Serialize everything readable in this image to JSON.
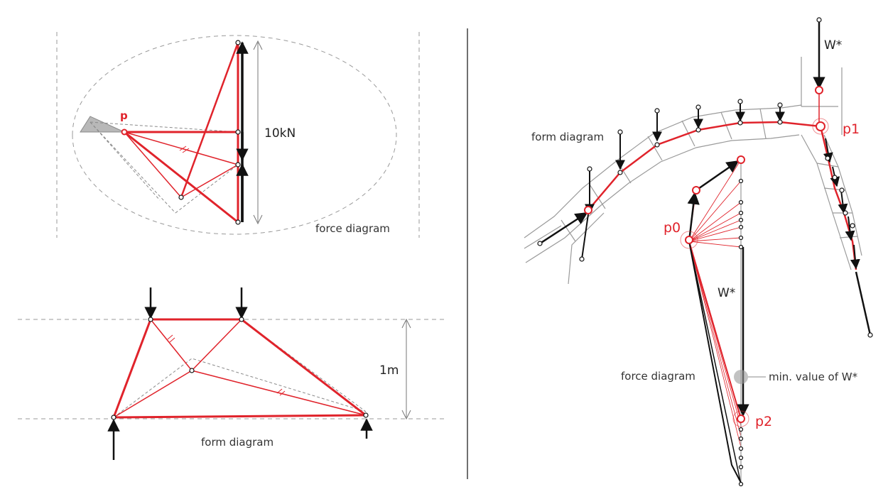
{
  "colors": {
    "force_red": "#e0232b",
    "member_black": "#111111",
    "construction_gray": "#9a9a9a",
    "background": "#ffffff"
  },
  "left_panel": {
    "force_diagram": {
      "label": "force diagram",
      "pole_label": "p",
      "magnitude_label": "10kN"
    },
    "form_diagram": {
      "label": "form diagram",
      "height_label": "1m"
    }
  },
  "right_panel": {
    "form_diagram_label": "form diagram",
    "load_label_top": "W*",
    "pole_p1": "p1",
    "force_diagram_label": "force diagram",
    "pole_p0": "p0",
    "load_label_force": "W*",
    "min_value_label": "min. value of W*",
    "pole_p2": "p2"
  }
}
